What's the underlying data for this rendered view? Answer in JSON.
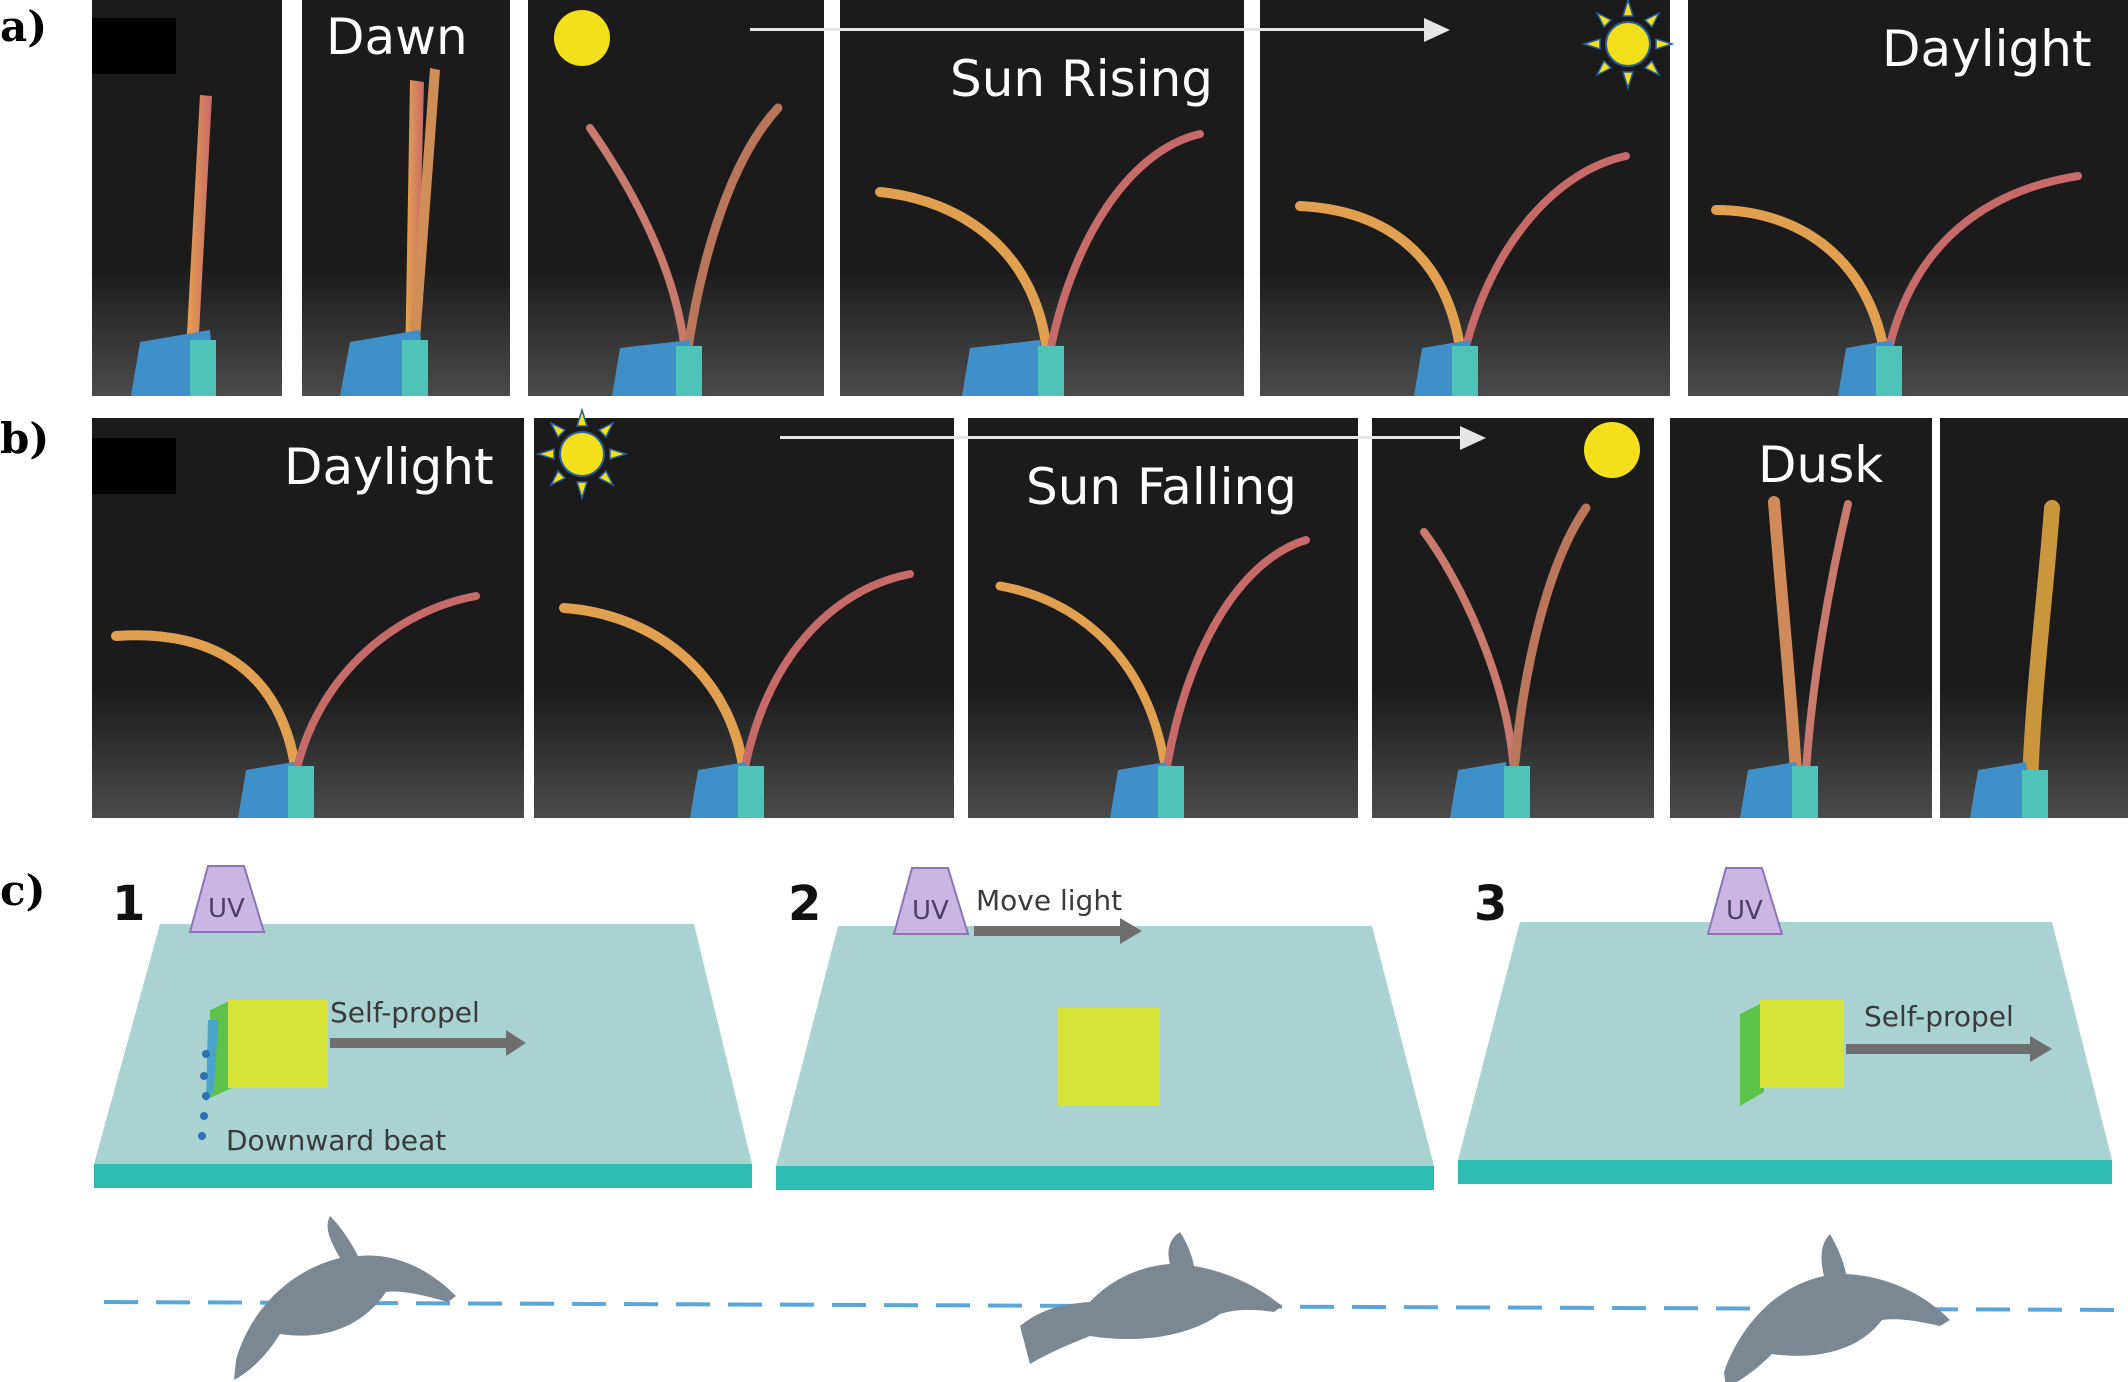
{
  "labels": {
    "a": "a)",
    "b": "b)",
    "c": "c)"
  },
  "row_a": {
    "panels": [
      {
        "caption": "",
        "icon": "moon-icon"
      },
      {
        "caption": "Dawn",
        "icon": ""
      },
      {
        "caption": "",
        "icon": "sun-circle-icon"
      },
      {
        "caption": "Sun Rising",
        "icon": ""
      },
      {
        "caption": "",
        "icon": "sun-rays-icon"
      },
      {
        "caption": "Daylight",
        "icon": ""
      }
    ]
  },
  "row_b": {
    "panels": [
      {
        "caption": "Daylight",
        "icon": ""
      },
      {
        "caption": "",
        "icon": "sun-rays-icon"
      },
      {
        "caption": "Sun Falling",
        "icon": ""
      },
      {
        "caption": "",
        "icon": "sun-circle-icon"
      },
      {
        "caption": "Dusk",
        "icon": ""
      },
      {
        "caption": "",
        "icon": "moon-icon"
      }
    ]
  },
  "diagram_c": {
    "steps": [
      {
        "number": "1",
        "uv": "UV",
        "arrow_text": "Self-propel",
        "note": "Downward beat"
      },
      {
        "number": "2",
        "uv": "UV",
        "arrow_text": "Move light",
        "note": ""
      },
      {
        "number": "3",
        "uv": "UV",
        "arrow_text": "Self-propel",
        "note": ""
      }
    ]
  },
  "colors": {
    "panel_bg": "#1b1b1b",
    "leaf": "#d08a5a",
    "pot_blue": "#3f8fc9",
    "pot_teal": "#4fc3b8",
    "sun": "#f4e01a",
    "moon": "#f0b429",
    "slab_top": "#a9d3d0",
    "slab_side": "#2fbcb2",
    "sheet_yellow": "#d8e33a",
    "sheet_green": "#5cc24a",
    "dolphin": "#7a8894",
    "dash_line": "#5aa6d8",
    "uv_lamp": "#c9b6e4"
  }
}
